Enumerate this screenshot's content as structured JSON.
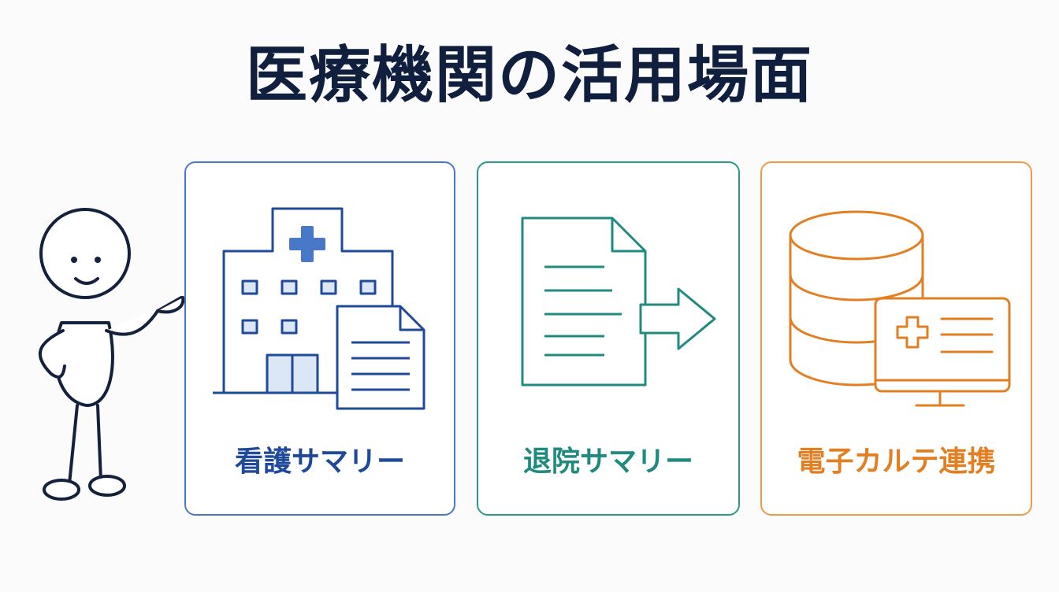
{
  "title": "医療機関の活用場面",
  "cards": [
    {
      "label": "看護サマリー",
      "icon": "hospital-with-document-icon",
      "color": "#2f5bb5"
    },
    {
      "label": "退院サマリー",
      "icon": "document-with-arrow-icon",
      "color": "#1f8a7f"
    },
    {
      "label": "電子カルテ連携",
      "icon": "database-with-monitor-icon",
      "color": "#e27f22"
    }
  ],
  "figure": {
    "icon": "pointing-stick-figure-icon"
  },
  "colors": {
    "title": "#0f1f3d",
    "background": "#fbfbfc"
  }
}
